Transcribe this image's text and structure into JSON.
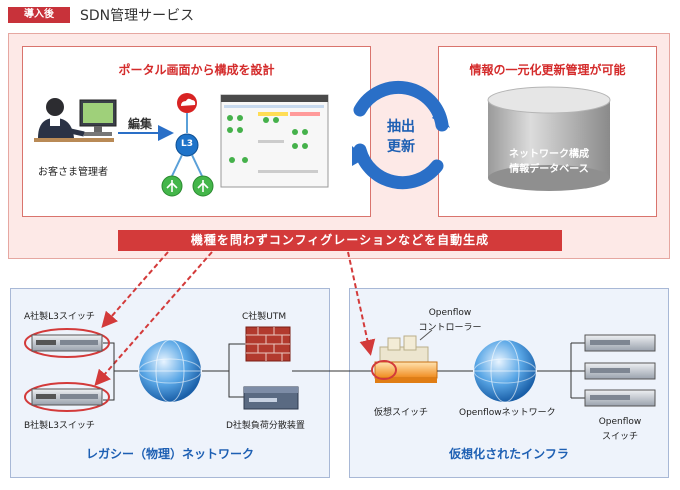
{
  "header": {
    "badge": "導入後",
    "title": "SDN管理サービス"
  },
  "top": {
    "left_title": "ポータル画面から構成を設計",
    "edit_label": "編集",
    "customer_label": "お客さま管理者",
    "l3_label": "L3",
    "cycle_text_1": "抽出",
    "cycle_text_2": "更新",
    "right_title": "情報の一元化更新管理が可能",
    "db_line1": "ネットワーク構成",
    "db_line2": "情報データベース",
    "banner": "機種を問わずコンフィグレーションなどを自動生成"
  },
  "legacy": {
    "title": "レガシー（物理）ネットワーク",
    "switch_a": "A社製L3スイッチ",
    "switch_b": "B社製L3スイッチ",
    "utm": "C社製UTM",
    "lb": "D社製負荷分散装置"
  },
  "virtual": {
    "title": "仮想化されたインフラ",
    "controller_1": "Openflow",
    "controller_2": "コントローラー",
    "vswitch": "仮想スイッチ",
    "of_network": "Openflowネットワーク",
    "of_switch_1": "Openflow",
    "of_switch_2": "スイッチ"
  },
  "colors": {
    "accent_red": "#d33a3a",
    "cycle_blue": "#2a6fc7",
    "title_blue": "#1d5fb3"
  }
}
